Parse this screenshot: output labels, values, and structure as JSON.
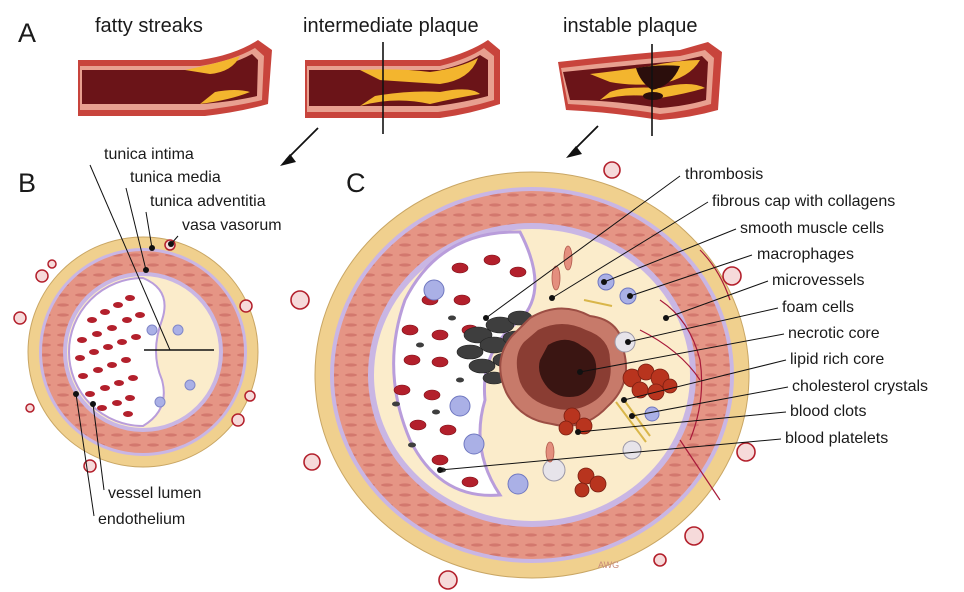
{
  "panels": {
    "a": "A",
    "b": "B",
    "c": "C"
  },
  "stages": [
    "fatty streaks",
    "intermediate plaque",
    "instable plaque"
  ],
  "panel_b_labels": [
    "tunica intima",
    "tunica media",
    "tunica adventitia",
    "vasa vasorum",
    "vessel lumen",
    "endothelium"
  ],
  "panel_c_labels": [
    "thrombosis",
    "fibrous cap with collagens",
    "smooth muscle cells",
    "macrophages",
    "microvessels",
    "foam cells",
    "necrotic core",
    "lipid rich core",
    "cholesterol crystals",
    "blood clots",
    "blood platelets"
  ],
  "signature": "AWG",
  "colors": {
    "adventitia": "#f0d08e",
    "media": "#e59585",
    "intima": "#c9b6e4",
    "lumen": "#ffffff",
    "plaque": "#fbeccb",
    "rbc": "#b3202c",
    "necrotic": "#5a2a22",
    "thrombus": "#3e3e3e"
  }
}
